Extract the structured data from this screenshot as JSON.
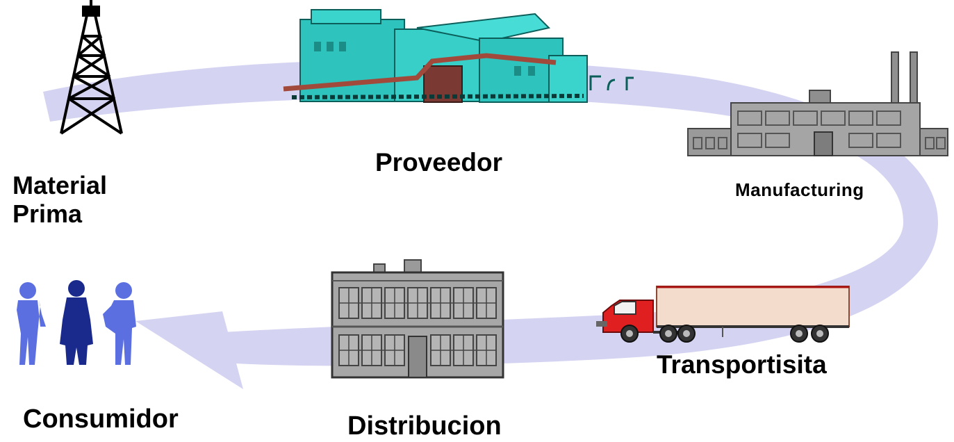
{
  "diagram": {
    "labels": {
      "material_line1": "Material",
      "material_line2": "Prima",
      "proveedor": "Proveedor",
      "manufacturing": "Manufacturing",
      "transportista": "Transportisita",
      "consumidor": "Consumidor",
      "distribucion": "Distribucion"
    },
    "colors": {
      "flow_arrow": "#d4d4f2",
      "oil_rig": "#000000",
      "supplier_plant": "#2ec4bd",
      "supplier_pipe": "#a14a3c",
      "building_gray": "#8f8f8f",
      "truck_cab": "#e02020",
      "trailer": "#f3dccb",
      "consumers": "#5b6fe0",
      "consumer_center": "#1a2a8c"
    },
    "icons": [
      "oil-rig-icon",
      "supplier-plant-icon",
      "factory-icon",
      "truck-icon",
      "warehouse-icon",
      "consumers-icon"
    ]
  }
}
